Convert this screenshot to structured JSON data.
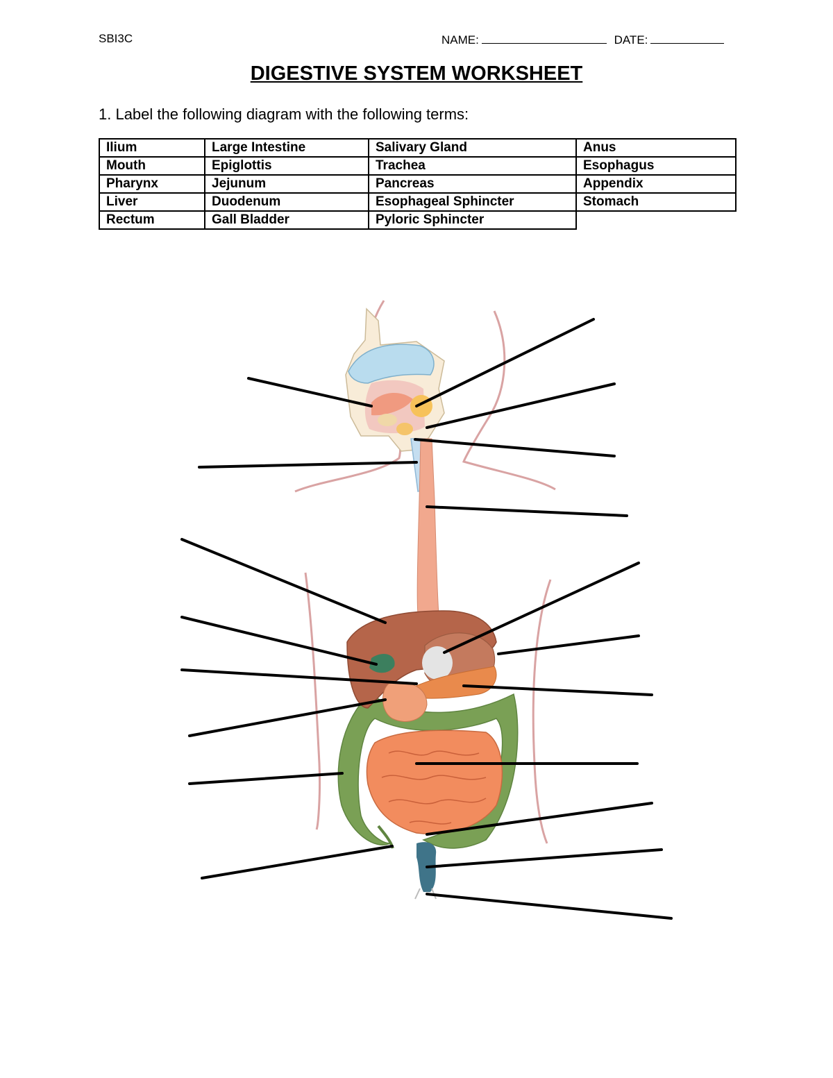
{
  "header": {
    "course_code": "SBI3C",
    "name_label": "NAME:",
    "date_label": "DATE:"
  },
  "title": "DIGESTIVE SYSTEM WORKSHEET",
  "question": "1. Label the following diagram with the following terms:",
  "terms": [
    [
      "Ilium",
      "Large Intestine",
      "Salivary Gland",
      "Anus"
    ],
    [
      "Mouth",
      "Epiglottis",
      "Trachea",
      "Esophagus"
    ],
    [
      "Pharynx",
      "Jejunum",
      "Pancreas",
      "Appendix"
    ],
    [
      "Liver",
      "Duodenum",
      "Esophageal Sphincter",
      "Stomach"
    ],
    [
      "Rectum",
      "Gall Bladder",
      "Pyloric Sphincter",
      ""
    ]
  ],
  "colors": {
    "skin_outline": "#d9a3a3",
    "head_fill": "#f8ecd8",
    "nasal_cavity": "#b9dcee",
    "mouth": "#f2b6b0",
    "esophagus": "#f1a88e",
    "liver": "#b5654a",
    "stomach": "#c47a5e",
    "pancreas": "#e98a4c",
    "small_intestine": "#f28c5e",
    "large_intestine": "#7aa055",
    "rectum": "#3f7489",
    "gall_bladder": "#3c7f5e",
    "label_line": "#000000"
  }
}
